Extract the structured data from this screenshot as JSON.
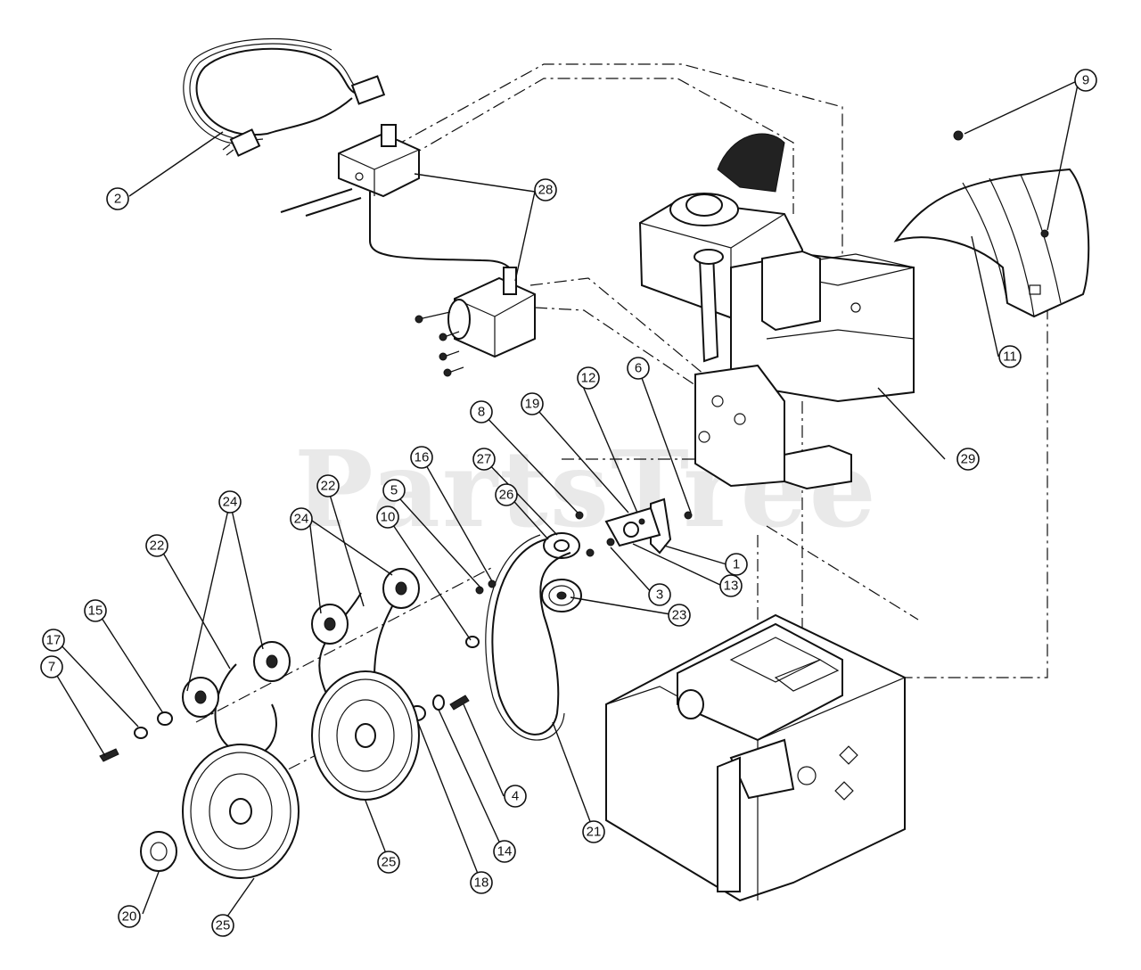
{
  "watermark": "PartsTree",
  "callouts": [
    "1",
    "2",
    "3",
    "4",
    "5",
    "6",
    "7",
    "8",
    "9",
    "10",
    "11",
    "12",
    "13",
    "14",
    "15",
    "16",
    "17",
    "18",
    "19",
    "20",
    "21",
    "22",
    "22",
    "23",
    "24",
    "24",
    "25",
    "25",
    "26",
    "27",
    "28",
    "29"
  ]
}
